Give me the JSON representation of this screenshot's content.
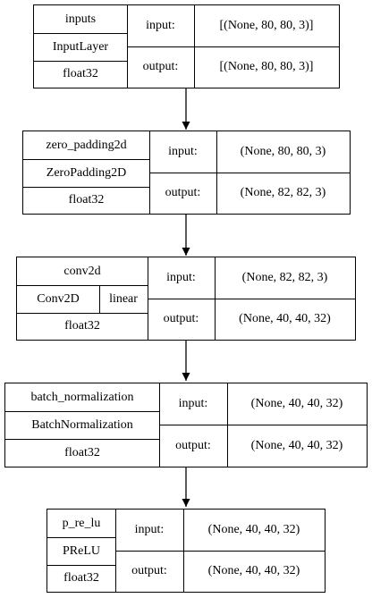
{
  "labels": {
    "input": "input:",
    "output": "output:"
  },
  "layers": [
    {
      "name": "inputs",
      "type": "InputLayer",
      "dtype": "float32",
      "input": "[(None, 80, 80, 3)]",
      "output": "[(None, 80, 80, 3)]"
    },
    {
      "name": "zero_padding2d",
      "type": "ZeroPadding2D",
      "dtype": "float32",
      "input": "(None, 80, 80, 3)",
      "output": "(None, 82, 82, 3)"
    },
    {
      "name": "conv2d",
      "type": "Conv2D",
      "activation": "linear",
      "dtype": "float32",
      "input": "(None, 82, 82, 3)",
      "output": "(None, 40, 40, 32)"
    },
    {
      "name": "batch_normalization",
      "type": "BatchNormalization",
      "dtype": "float32",
      "input": "(None, 40, 40, 32)",
      "output": "(None, 40, 40, 32)"
    },
    {
      "name": "p_re_lu",
      "type": "PReLU",
      "dtype": "float32",
      "input": "(None, 40, 40, 32)",
      "output": "(None, 40, 40, 32)"
    }
  ]
}
